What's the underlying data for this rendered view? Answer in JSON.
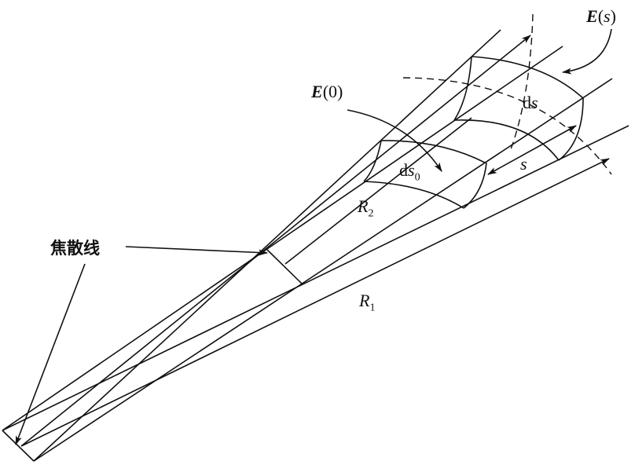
{
  "labels": {
    "e0_symbol": "E",
    "e0_arg": "(0)",
    "es_symbol": "E",
    "es_open": "(",
    "es_arg": "s",
    "es_close": ")",
    "ds_d": "d",
    "ds_s": "s",
    "ds0_d": "d",
    "ds0_s": "s",
    "ds0_sub": "0",
    "s": "s",
    "r2": "R",
    "r2_sub": "2",
    "r1": "R",
    "r1_sub": "1",
    "caustic": "焦散线"
  }
}
